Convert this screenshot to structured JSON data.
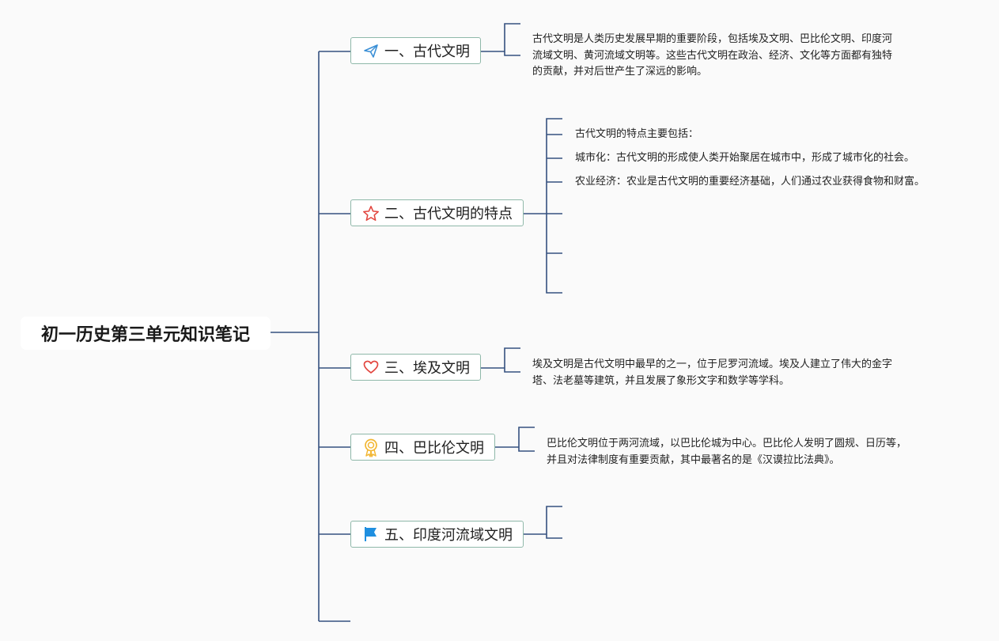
{
  "root": {
    "title": "初一历史第三单元知识笔记"
  },
  "topics": [
    {
      "label": "一、古代文明",
      "icon": "paper-plane-icon",
      "notes": [
        [
          "古代文明是人类历史发展早期的重要阶段，包括埃及文明、巴比伦文明、印度河",
          "流域文明、黄河流域文明等。这些古代文明在政治、经济、文化等方面都有独特",
          "的贡献，并对后世产生了深远的影响。"
        ]
      ]
    },
    {
      "label": "二、古代文明的特点",
      "icon": "star-icon",
      "notes": [
        [
          "古代文明的特点主要包括："
        ],
        [
          "城市化：古代文明的形成使人类开始聚居在城市中，形成了城市化的社会。"
        ],
        [
          "农业经济：农业是古代文明的重要经济基础，人们通过农业获得食物和财富。"
        ]
      ]
    },
    {
      "label": "三、埃及文明",
      "icon": "heart-icon",
      "notes": [
        [
          "埃及文明是古代文明中最早的之一，位于尼罗河流域。埃及人建立了伟大的金字",
          "塔、法老墓等建筑，并且发展了象形文字和数学等学科。"
        ]
      ]
    },
    {
      "label": "四、巴比伦文明",
      "icon": "award-ribbon-icon",
      "notes": [
        [
          "巴比伦文明位于两河流域，以巴比伦城为中心。巴比伦人发明了圆规、日历等，",
          "并且对法律制度有重要贡献，其中最著名的是《汉谟拉比法典》。"
        ]
      ]
    },
    {
      "label": "五、印度河流域文明",
      "icon": "flag-icon",
      "notes": []
    }
  ],
  "colors": {
    "connector": "#35517f",
    "topic_border": "#8fb8a9",
    "plane": "#3a8fd6",
    "star": "#e2463f",
    "heart": "#e2463f",
    "ribbon": "#f2b632",
    "flag": "#1f8fe0"
  }
}
